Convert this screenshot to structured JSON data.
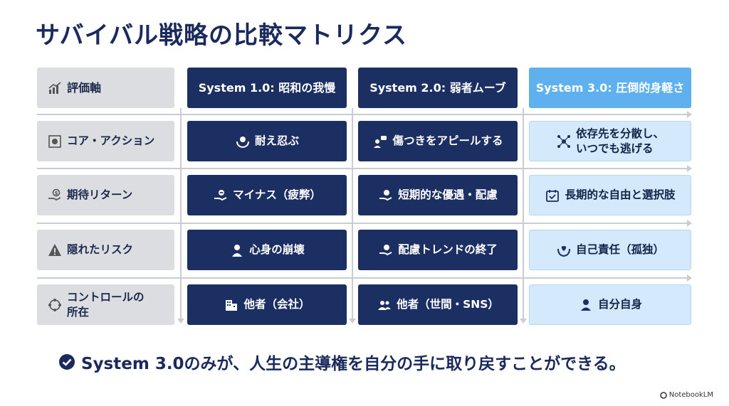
{
  "title": "サバイバル戦略の比較マトリクス",
  "header": {
    "axis": "評価軸",
    "s1": "System 1.0: 昭和の我慢",
    "s2": "System 2.0: 弱者ムーブ",
    "s3": "System 3.0: 圧倒的身軽さ"
  },
  "rows": [
    {
      "axis": "コア・アクション",
      "axis_icon": "target-frame-icon",
      "s1": "耐え忍ぶ",
      "s1_icon": "endure-hands-icon",
      "s2": "傷つきをアピールする",
      "s2_icon": "speech-person-icon",
      "s3": "依存先を分散し、\nいつでも逃げる",
      "s3_icon": "network-hub-icon"
    },
    {
      "axis": "期待リターン",
      "axis_icon": "money-hand-icon",
      "s1": "マイナス（疲弊）",
      "s1_icon": "minus-hand-icon",
      "s2": "短期的な優遇・配慮",
      "s2_icon": "coin-hand-icon",
      "s3": "長期的な自由と選択肢",
      "s3_icon": "calendar-check-icon"
    },
    {
      "axis": "隠れたリスク",
      "axis_icon": "warning-icon",
      "s1": "心身の崩壊",
      "s1_icon": "distressed-person-icon",
      "s2": "配慮トレンドの終了",
      "s2_icon": "coin-hand-icon",
      "s3": "自己責任（孤独）",
      "s3_icon": "heart-hands-icon"
    },
    {
      "axis": "コントロールの\n所在",
      "axis_icon": "cycle-icon",
      "s1": "他者（会社）",
      "s1_icon": "building-icon",
      "s2": "他者（世間・SNS）",
      "s2_icon": "group-icon",
      "s3": "自分自身",
      "s3_icon": "person-icon"
    }
  ],
  "footer": "System 3.0のみが、人生の主導権を自分の手に取り戻すことができる。",
  "brand": "NotebookLM",
  "colors": {
    "title": "#1a2a5c",
    "dark_cell": "#1b2f63",
    "light_cell": "#d4e9fb",
    "accent_header": "#5fb0ee",
    "axis_cell": "#dcdde1"
  }
}
